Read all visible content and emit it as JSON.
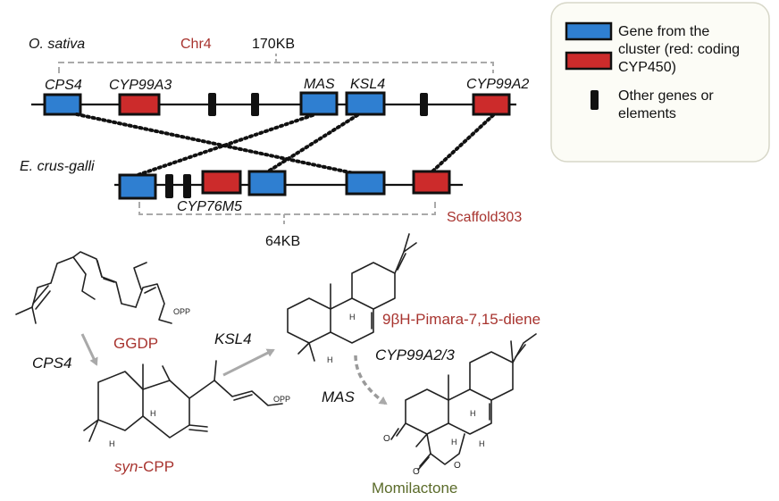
{
  "legend": {
    "blue_label": "Gene from the cluster (red: coding CYP450)",
    "blue_label_lines": [
      "Gene from the",
      "cluster (red: coding",
      "CYP450)"
    ],
    "black_label_lines": [
      "Other genes or",
      "elements"
    ]
  },
  "top_chromosome": {
    "species": "O. sativa",
    "chromosome": "Chr4",
    "span": "170KB",
    "genes": [
      "CPS4",
      "CYP99A3",
      "MAS",
      "KSL4",
      "CYP99A2"
    ]
  },
  "bottom_chromosome": {
    "species": "E. crus-galli",
    "scaffold": "Scaffold303",
    "span": "64KB",
    "gene_label": "CYP76M5"
  },
  "pathway": {
    "ggdp": "GGDP",
    "opp": "OPP",
    "cps4": "CPS4",
    "syn_prefix": "syn",
    "syn_suffix": "-CPP",
    "ksl4": "KSL4",
    "pimaradiene": "9βH-Pimara-7,15-diene",
    "cyp": "CYP99A2/3",
    "mas": "MAS",
    "momilactone": "Momilactone",
    "h": "H",
    "o": "O"
  },
  "colors": {
    "blue": "#2f7fd1",
    "red": "#cc2b2b",
    "label_red": "#a8342f",
    "label_olive": "#5b6b2a"
  }
}
